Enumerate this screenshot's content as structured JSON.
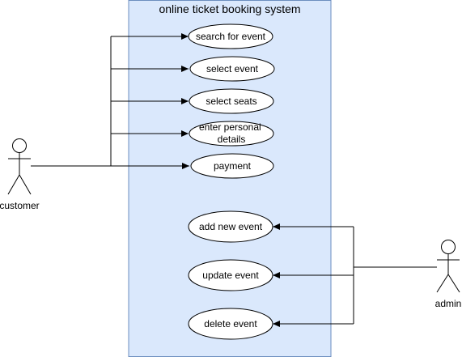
{
  "system": {
    "title": "online ticket booking system",
    "fill_color": "#dae8fc",
    "border_color": "#6c8ebf"
  },
  "actors": {
    "customer": {
      "label": "customer"
    },
    "admin": {
      "label": "admin"
    }
  },
  "use_cases": {
    "customer": [
      {
        "lines": [
          "search for event"
        ]
      },
      {
        "lines": [
          "select event"
        ]
      },
      {
        "lines": [
          "select seats"
        ]
      },
      {
        "lines": [
          "enter personal",
          "details"
        ]
      },
      {
        "lines": [
          "payment"
        ]
      }
    ],
    "admin": [
      {
        "lines": [
          "add new event"
        ]
      },
      {
        "lines": [
          "update event"
        ]
      },
      {
        "lines": [
          "delete event"
        ]
      }
    ]
  }
}
